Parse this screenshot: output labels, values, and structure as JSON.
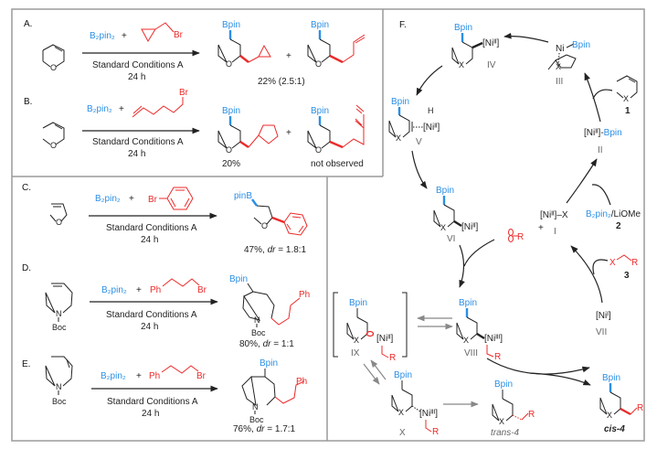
{
  "panels": {
    "A": {
      "label": "A.",
      "reagent1": "B₂pin₂",
      "plus": "+",
      "reagent2_atom": "Br",
      "conditions": "Standard Conditions A",
      "time": "24 h",
      "product_boryl": "Bpin",
      "product2_boryl": "Bpin",
      "ring_O": "O",
      "yield": "22% (2.5:1)"
    },
    "B": {
      "label": "B.",
      "reagent1": "B₂pin₂",
      "plus": "+",
      "reagent2_atom": "Br",
      "conditions": "Standard Conditions A",
      "time": "24 h",
      "product_boryl": "Bpin",
      "product2_boryl": "Bpin",
      "ring_O": "O",
      "yield1": "20%",
      "yield2": "not observed"
    },
    "C": {
      "label": "C.",
      "reagent1": "B₂pin₂",
      "plus": "+",
      "reagent2_atom": "Br",
      "conditions": "Standard Conditions A",
      "time": "24 h",
      "product_boryl": "pinB",
      "ring_O": "O",
      "yield": "47%, ",
      "dr_label": "dr",
      "dr_value": " = 1.8:1"
    },
    "D": {
      "label": "D.",
      "reagent1": "B₂pin₂",
      "plus": "+",
      "reagent2_ph": "Ph",
      "reagent2_atom": "Br",
      "conditions": "Standard Conditions A",
      "time": "24 h",
      "product_boryl": "Bpin",
      "product_ph": "Ph",
      "ring_N": "N",
      "boc": "Boc",
      "yield": "80%, ",
      "dr_label": "dr",
      "dr_value": " = 1:1"
    },
    "E": {
      "label": "E.",
      "reagent1": "B₂pin₂",
      "plus": "+",
      "reagent2_ph": "Ph",
      "reagent2_atom": "Br",
      "conditions": "Standard Conditions A",
      "time": "24 h",
      "product_boryl": "Bpin",
      "product_ph": "Ph",
      "ring_N": "N",
      "boc": "Boc",
      "yield": "76%, ",
      "dr_label": "dr",
      "dr_value": " = 1.7:1"
    },
    "F": {
      "label": "F.",
      "species": {
        "I": {
          "formula": "[Niᴵᴵ]–X",
          "numeral": "I"
        },
        "II": {
          "ni": "[Niᴵᴵ]-",
          "bpin": "Bpin",
          "numeral": "II"
        },
        "III": {
          "ni": "Ni",
          "bpin": "Bpin",
          "x": "X",
          "numeral": "III"
        },
        "IV": {
          "bpin": "Bpin",
          "ni": "[Niᴵᴵ]",
          "x": "X",
          "numeral": "IV"
        },
        "V": {
          "bpin": "Bpin",
          "h": "H",
          "ni": "[Niᴵᴵ]",
          "x": "X",
          "numeral": "V"
        },
        "VI": {
          "bpin": "Bpin",
          "ni": "[Niᴵᴵ]",
          "x": "X",
          "numeral": "VI"
        },
        "VII": {
          "ni": "[Niᴵ]",
          "numeral": "VII"
        },
        "VIII": {
          "bpin": "Bpin",
          "ni": "[Niᴵᴵᴵ]",
          "x": "X",
          "r": "R",
          "numeral": "VIII"
        },
        "IX": {
          "bpin": "Bpin",
          "ni": "[Niᴵᴵ]",
          "x": "X",
          "r": "R",
          "numeral": "IX"
        },
        "X": {
          "bpin": "Bpin",
          "ni": "[Niᴵᴵᴵ]",
          "x": "X",
          "r": "R",
          "numeral": "X"
        }
      },
      "substrate1": {
        "x": "X",
        "number": "1"
      },
      "reagent2": {
        "formula": "B₂pin₂",
        "suffix": "/LiOMe",
        "number": "2"
      },
      "reagent3": {
        "x": "X",
        "r": "R",
        "number": "3"
      },
      "radical": {
        "r": "R",
        "plus": "+"
      },
      "trans_product": {
        "bpin": "Bpin",
        "x": "X",
        "r": "R",
        "label": "trans-4"
      },
      "cis_product": {
        "bpin": "Bpin",
        "x": "X",
        "r": "R",
        "label": "cis-4"
      }
    }
  },
  "colors": {
    "boron": "#2b8fe6",
    "alkyl": "#ec2a2a",
    "frame": "#9a9a9a",
    "minor_arrow": "#888888"
  }
}
